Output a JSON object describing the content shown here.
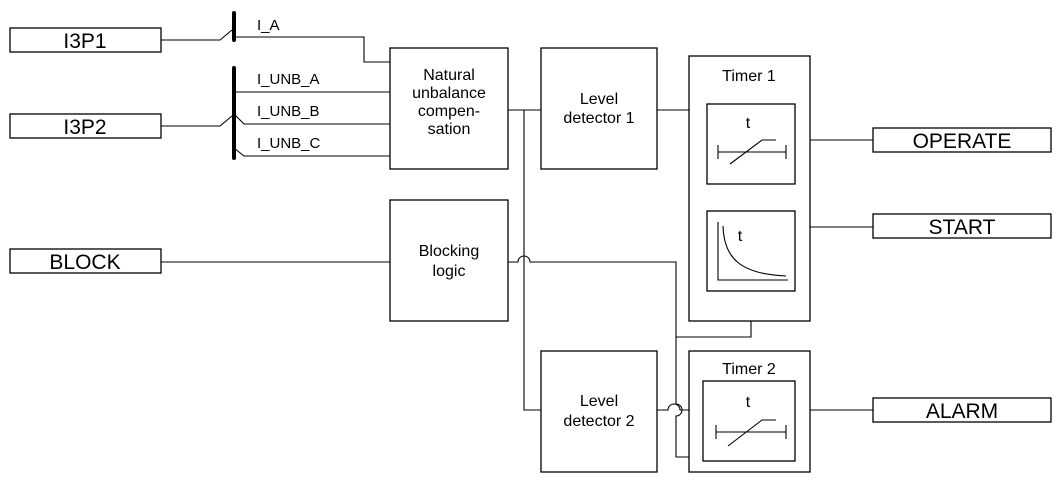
{
  "inputs": {
    "i3p1": "I3P1",
    "i3p2": "I3P2",
    "block": "BLOCK"
  },
  "outputs": {
    "operate": "OPERATE",
    "start": "START",
    "alarm": "ALARM"
  },
  "signals": {
    "i_a": "I_A",
    "i_unb_a": "I_UNB_A",
    "i_unb_b": "I_UNB_B",
    "i_unb_c": "I_UNB_C"
  },
  "blocks": {
    "natural_unbalance": [
      "Natural",
      "unbalance",
      "compen-",
      "sation"
    ],
    "level_detector_1": [
      "Level",
      "detector 1"
    ],
    "level_detector_2": [
      "Level",
      "detector 2"
    ],
    "blocking_logic": [
      "Blocking",
      "logic"
    ],
    "timer_1": "Timer 1",
    "timer_2": "Timer 2",
    "time_symbol": "t"
  }
}
